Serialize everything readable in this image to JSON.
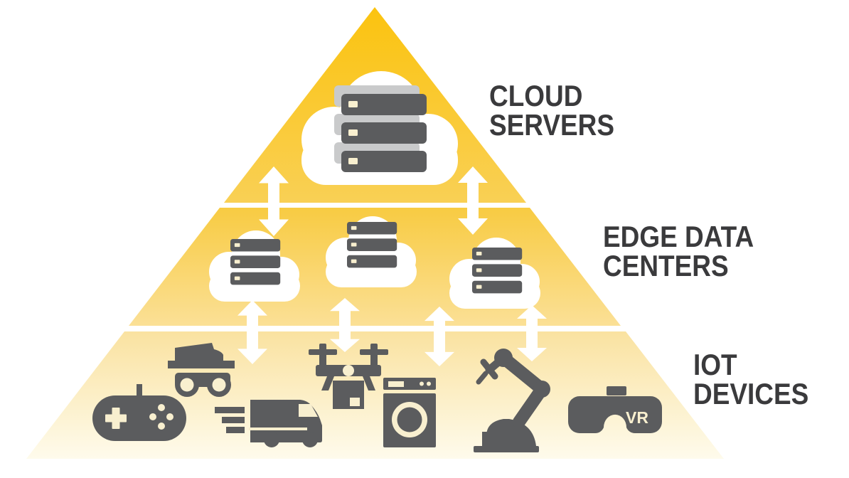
{
  "diagram": {
    "type": "pyramid-diagram",
    "description": "Three-tier edge computing pyramid with cloud servers at top, edge data centers in the middle and IoT devices at the bottom, connected by bidirectional arrows"
  },
  "labels": {
    "cloud_servers": {
      "line1": "CLOUD",
      "line2": "SERVERS"
    },
    "edge_data_centers": {
      "line1": "EDGE DATA",
      "line2": "CENTERS"
    },
    "iot_devices": {
      "line1": "IOT",
      "line2": "DEVICES"
    },
    "vr_badge": "VR"
  },
  "tiers": [
    {
      "id": "cloud-servers",
      "label": "CLOUD SERVERS",
      "icons": [
        "cloud-server-rack"
      ]
    },
    {
      "id": "edge-data-centers",
      "label": "EDGE DATA CENTERS",
      "icons": [
        "cloud-server-rack",
        "cloud-server-rack",
        "cloud-server-rack"
      ]
    },
    {
      "id": "iot-devices",
      "label": "IOT DEVICES",
      "icons": [
        "game-controller",
        "delivery-rover",
        "delivery-van",
        "delivery-drone",
        "washing-machine",
        "robot-arm",
        "vr-headset"
      ]
    }
  ],
  "connections": {
    "arrow_icon": "double-headed-vertical-arrow",
    "tier1_tier2_arrows": 2,
    "tier2_tier3_arrows": 4
  },
  "colors": {
    "white": "#ffffff",
    "tier1_top": "#fbc30f",
    "tier1_bottom": "#f9d055",
    "tier2_top": "#f8cb42",
    "tier2_bottom": "#fbe096",
    "tier3_top": "#fae2a0",
    "tier3_bottom": "#fefbec",
    "icon_gray": "#5b5c5e",
    "icon_gray_light": "#c9cacb",
    "knockout_cream": "#f8efcf",
    "label_text": "#3a3a3c"
  }
}
